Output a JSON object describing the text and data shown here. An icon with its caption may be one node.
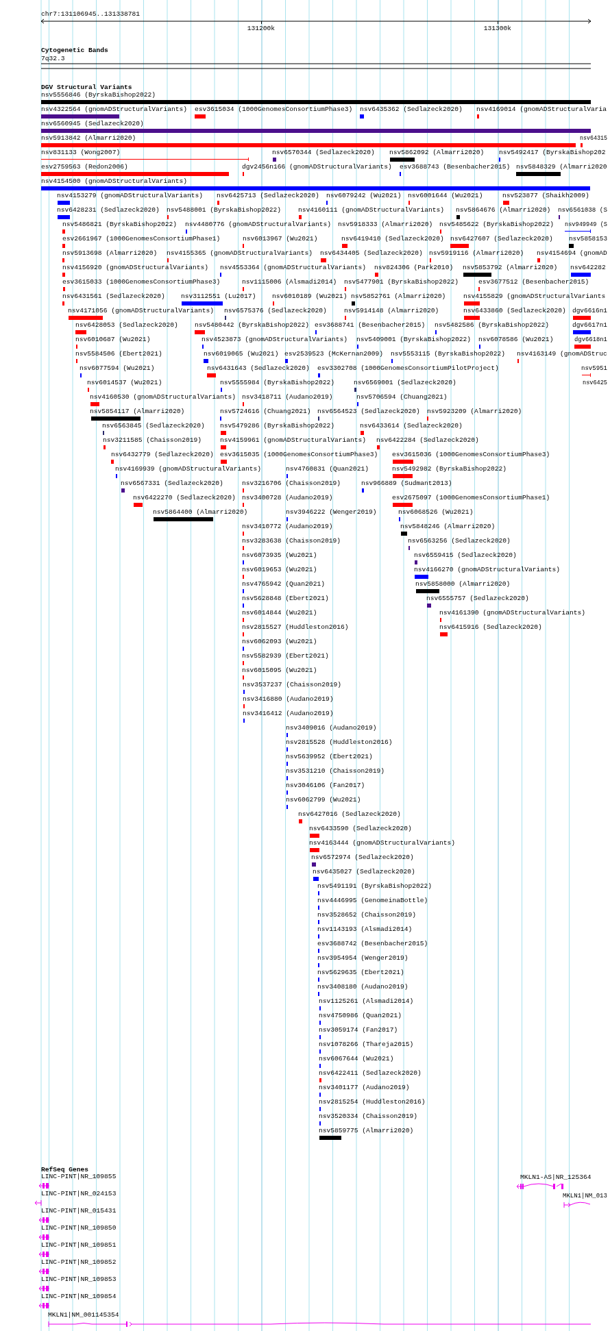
{
  "diagram": {
    "labels": [
      "chr7:131106945..131338781",
      "131200k",
      "131300k",
      "Cytogenetic Bands",
      "7q32.3",
      "DGV Structural Variants",
      "nsv5556846 (ByrskaBishop2022)",
      "nsv4322564 (gnomADStructuralVariants)",
      "esv3615034 (1000GenomesConsortiumPhase3)",
      "nsv6435362 (Sedlazeck2020)",
      "nsv4169014 (gnomADStructuralVaria",
      "nsv6560945 (Sedlazeck2020)",
      "nsv5913842 (Almarri2020)",
      "nsv64315",
      "nsv831133 (Wong2007)",
      "nsv6570344 (Sedlazeck2020)",
      "nsv5862092 (Almarri2020)",
      "nsv5492417 (ByrskaBishop202",
      "esv2759563 (Redon2006)",
      "dgv2456n166 (gnomADStructuralVariants)",
      "esv3688743 (Besenbacher2015)",
      "nsv5848329 (Almarri2020",
      "nsv4154500 (gnomADStructuralVariants)",
      "nsv4153279 (gnomADStructuralVariants)",
      "nsv6425713 (Sedlazeck2020)",
      "nsv6079242 (Wu2021)",
      "nsv6001644 (Wu2021)",
      "nsv523877 (Shaikh2009)",
      "nsv6428231 (Sedlazeck2020)",
      "nsv5488001 (ByrskaBishop2022)",
      "nsv4160111 (gnomADStructuralVariants)",
      "nsv5864676 (Almarri2020)",
      "nsv6561038 (S",
      "nsv5486821 (ByrskaBishop2022)",
      "nsv4480776 (gnomADStructuralVariants)",
      "nsv5918333 (Almarri2020)",
      "nsv5485622 (ByrskaBishop2022)",
      "nsv949949 (S",
      "esv2661967 (1000GenomesConsortiumPhase1)",
      "nsv6013967 (Wu2021)",
      "nsv6419410 (Sedlazeck2020)",
      "nsv6427607 (Sedlazeck2020)",
      "nsv5858153",
      "nsv5913698 (Almarri2020)",
      "nsv4155365 (gnomADStructuralVariants)",
      "nsv6434405 (Sedlazeck2020)",
      "nsv5919116 (Almarri2020)",
      "nsv4154694 (gnomAD",
      "nsv4156920 (gnomADStructuralVariants)",
      "nsv4553364 (gnomADStructuralVariants)",
      "nsv824306 (Park2010)",
      "nsv5853792 (Almarri2020)",
      "nsv642282",
      "esv3615033 (1000GenomesConsortiumPhase3)",
      "nsv1115006 (Alsmadi2014)",
      "nsv5477901 (ByrskaBishop2022)",
      "esv3677512 (Besenbacher2015)",
      "nsv6431561 (Sedlazeck2020)",
      "nsv3112551 (Lu2017)",
      "nsv6010189 (Wu2021)",
      "nsv5852761 (Almarri2020)",
      "nsv4155829 (gnomADStructuralVariants",
      "nsv4171056 (gnomADStructuralVariants)",
      "nsv6575376 (Sedlazeck2020)",
      "nsv5914148 (Almarri2020)",
      "nsv6433860 (Sedlazeck2020)",
      "dgv6616n1",
      "nsv6428053 (Sedlazeck2020)",
      "nsv5480442 (ByrskaBishop2022)",
      "esv3688741 (Besenbacher2015)",
      "nsv5482586 (ByrskaBishop2022)",
      "dgv6617n1",
      "nsv6010687 (Wu2021)",
      "nsv4523873 (gnomADStructuralVariants)",
      "nsv5409001 (ByrskaBishop2022)",
      "nsv6078586 (Wu2021)",
      "dgv6618n1",
      "nsv5584506 (Ebert2021)",
      "nsv6019065 (Wu2021)",
      "esv2539523 (McKernan2009)",
      "nsv5553115 (ByrskaBishop2022)",
      "nsv4163149 (gnomADStruc",
      "nsv6077594 (Wu2021)",
      "nsv6431643 (Sedlazeck2020)",
      "esv3302708 (1000GenomesConsortiumPilotProject)",
      "nsv5951",
      "nsv6014537 (Wu2021)",
      "nsv5555984 (ByrskaBishop2022)",
      "nsv6569001 (Sedlazeck2020)",
      "nsv6425",
      "nsv4160530 (gnomADStructuralVariants)",
      "nsv3418711 (Audano2019)",
      "nsv5706594 (Chuang2021)",
      "nsv5854117 (Almarri2020)",
      "nsv5724616 (Chuang2021)",
      "nsv6564523 (Sedlazeck2020)",
      "nsv5923209 (Almarri2020)",
      "nsv6563845 (Sedlazeck2020)",
      "nsv5479286 (ByrskaBishop2022)",
      "nsv6433614 (Sedlazeck2020)",
      "nsv3211585 (Chaisson2019)",
      "nsv4159961 (gnomADStructuralVariants)",
      "nsv6422284 (Sedlazeck2020)",
      "nsv6432779 (Sedlazeck2020)",
      "esv3615035 (1000GenomesConsortiumPhase3)",
      "esv3615036 (1000GenomesConsortiumPhase3)",
      "nsv4169939 (gnomADStructuralVariants)",
      "nsv4760831 (Quan2021)",
      "nsv5492982 (ByrskaBishop2022)",
      "nsv6567331 (Sedlazeck2020)",
      "nsv3216706 (Chaisson2019)",
      "nsv966889 (Sudmant2013)",
      "nsv6422270 (Sedlazeck2020)",
      "nsv3400728 (Audano2019)",
      "esv2675097 (1000GenomesConsortiumPhase1)",
      "nsv5864400 (Almarri2020)",
      "nsv3946222 (Wenger2019)",
      "nsv6068526 (Wu2021)",
      "nsv3410772 (Audano2019)",
      "nsv5848246 (Almarri2020)",
      "nsv3283638 (Chaisson2019)",
      "nsv6563256 (Sedlazeck2020)",
      "nsv6073935 (Wu2021)",
      "nsv6559415 (Sedlazeck2020)",
      "nsv6019653 (Wu2021)",
      "nsv4166270 (gnomADStructuralVariants)",
      "nsv4765942 (Quan2021)",
      "nsv5858000 (Almarri2020)",
      "nsv5628848 (Ebert2021)",
      "nsv6555757 (Sedlazeck2020)",
      "nsv6014844 (Wu2021)",
      "nsv4161390 (gnomADStructuralVariants)",
      "nsv2815527 (Huddleston2016)",
      "nsv6415916 (Sedlazeck2020)",
      "nsv6062093 (Wu2021)",
      "nsv5582939 (Ebert2021)",
      "nsv6015095 (Wu2021)",
      "nsv3537237 (Chaisson2019)",
      "nsv3416880 (Audano2019)",
      "nsv3416412 (Audano2019)",
      "nsv3409016 (Audano2019)",
      "nsv2815528 (Huddleston2016)",
      "nsv5639952 (Ebert2021)",
      "nsv3531210 (Chaisson2019)",
      "nsv3046106 (Fan2017)",
      "nsv6062799 (Wu2021)",
      "nsv6427016 (Sedlazeck2020)",
      "nsv6433590 (Sedlazeck2020)",
      "nsv4163444 (gnomADStructuralVariants)",
      "nsv6572974 (Sedlazeck2020)",
      "nsv6435027 (Sedlazeck2020)",
      "nsv5491191 (ByrskaBishop2022)",
      "nsv4446995 (GenomeinaBottle)",
      "nsv3528652 (Chaisson2019)",
      "nsv1143193 (Alsmadi2014)",
      "esv3688742 (Besenbacher2015)",
      "nsv3954954 (Wenger2019)",
      "nsv5629635 (Ebert2021)",
      "nsv3408180 (Audano2019)",
      "nsv1125261 (Alsmadi2014)",
      "nsv4750986 (Quan2021)",
      "nsv3059174 (Fan2017)",
      "nsv1078266 (Thareja2015)",
      "nsv6067644 (Wu2021)",
      "nsv6422411 (Sedlazeck2020)",
      "nsv3401177 (Audano2019)",
      "nsv2815254 (Huddleston2016)",
      "nsv3520334 (Chaisson2019)",
      "nsv5859775 (Almarri2020)",
      "RefSeq Genes",
      "LINC-PINT|NR_109855",
      "MKLN1-AS|NR_125364",
      "LINC-PINT|NR_024153",
      "MKLN1|NM_013",
      "LINC-PINT|NR_015431",
      "LINC-PINT|NR_109850",
      "LINC-PINT|NR_109851",
      "LINC-PINT|NR_109852",
      "LINC-PINT|NR_109853",
      "LINC-PINT|NR_109854",
      "MKLN1|NM_001145354"
    ]
  }
}
